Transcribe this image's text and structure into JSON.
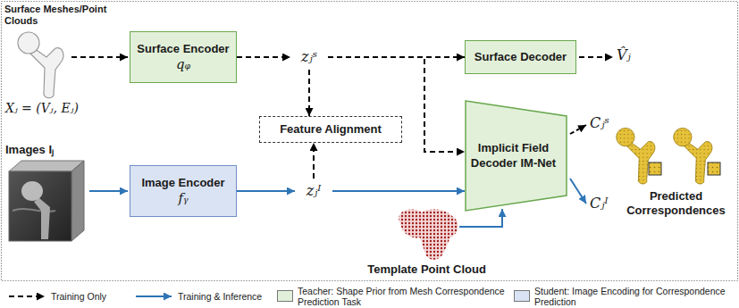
{
  "diagram": {
    "nodes": [
      {
        "text": [
          "Surface Encoder",
          "qᵩ"
        ]
      },
      {
        "text": [
          "zⱼˢ"
        ]
      },
      {
        "text": [
          "Surface Decoder"
        ]
      },
      {
        "text": [
          "Feature Alignment"
        ]
      },
      {
        "text": [
          "Image Encoder",
          "fᵧ"
        ]
      },
      {
        "text": [
          "zⱼᴵ"
        ]
      },
      {
        "text": [
          "Implicit Field Decoder IM-Net"
        ]
      }
    ],
    "edges": [
      {
        "from": 0,
        "to": 1,
        "arrow": "to"
      },
      {
        "from": 1,
        "to": 2,
        "arrow": "to"
      },
      {
        "from": 1,
        "to": 3,
        "arrow": "to"
      },
      {
        "from": 1,
        "to": 6,
        "arrow": "to"
      },
      {
        "from": 4,
        "to": 5,
        "arrow": "to"
      },
      {
        "from": 5,
        "to": 3,
        "arrow": "to"
      },
      {
        "from": 5,
        "to": 6,
        "arrow": "to"
      }
    ],
    "labels": [
      "Surface Meshes/Point Clouds",
      "Xⱼ = (Vⱼ, Eⱼ)",
      "Images Iⱼ",
      "V̂ⱼ",
      "Cⱼˢ",
      "Cⱼᴵ",
      "Predicted Correspondences",
      "Template Point Cloud"
    ],
    "legend": [
      {
        "text": "Training Only"
      },
      {
        "text": "Training & Inference"
      },
      {
        "text": "Teacher: Shape Prior from Mesh Correspondence Prediction Task",
        "color": "#e2f0d9"
      },
      {
        "text": "Student: Image Encoding for Correspondence Prediction",
        "color": "#dae3f3"
      }
    ]
  }
}
